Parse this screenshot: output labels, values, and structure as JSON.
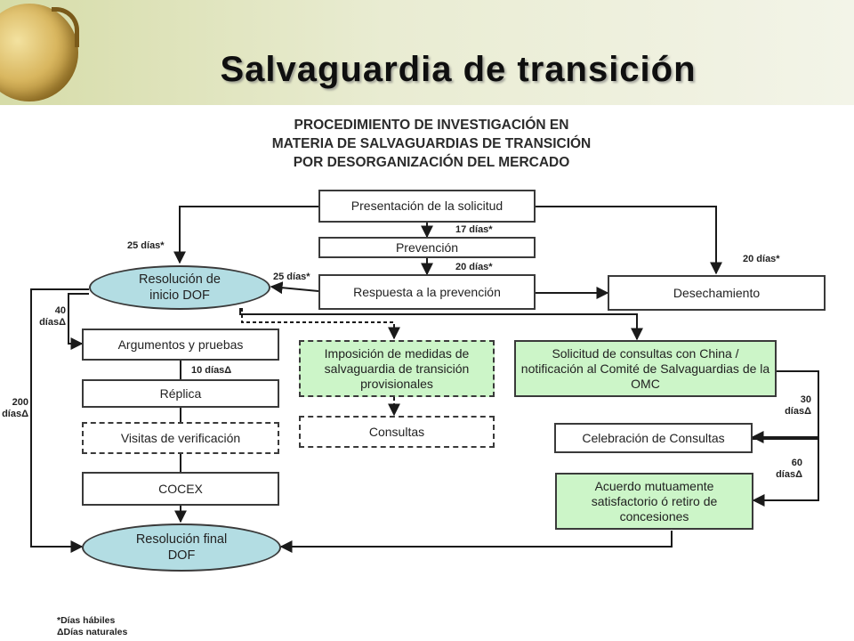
{
  "slide": {
    "title": "Salvaguardia de transición",
    "subtitle_lines": [
      "PROCEDIMIENTO DE INVESTIGACIÓN EN",
      "MATERIA DE SALVAGUARDIAS DE TRANSICIÓN",
      "POR DESORGANIZACIÓN DEL MERCADO"
    ]
  },
  "nodes": {
    "presentacion": "Presentación de la solicitud",
    "prevencion": "Prevención",
    "respuesta": "Respuesta a la prevención",
    "desechamiento": "Desechamiento",
    "resolucion_inicio": "Resolución de inicio DOF",
    "argumentos": "Argumentos y pruebas",
    "replica": "Réplica",
    "visitas": "Visitas de verificación",
    "cocex": "COCEX",
    "resolucion_final": "Resolución final DOF",
    "imposicion": "Imposición de medidas de salvaguardia de transición provisionales",
    "consultas": "Consultas",
    "solicitud_consultas": "Solicitud de consultas con China / notificación al Comité de Salvaguardias de la OMC",
    "celebracion": "Celebración de Consultas",
    "acuerdo": "Acuerdo mutuamente satisfactorio ó retiro de concesiones"
  },
  "labels": {
    "d17": "17 días*",
    "d20a": "20 días*",
    "d25a": "25 días*",
    "d25b": "25 días*",
    "d20b": "20 días*",
    "d40_num": "40",
    "d40_unit": "díasΔ",
    "d10": "10 díasΔ",
    "d200_num": "200",
    "d200_unit": "díasΔ",
    "d30_num": "30",
    "d30_unit": "díasΔ",
    "d60_num": "60",
    "d60_unit": "díasΔ"
  },
  "notes": {
    "habiles": "*Días hábiles",
    "naturales": "ΔDías naturales"
  },
  "colors": {
    "ellipse_fill": "#b3dde3",
    "green_fill": "#ccf5c8"
  }
}
